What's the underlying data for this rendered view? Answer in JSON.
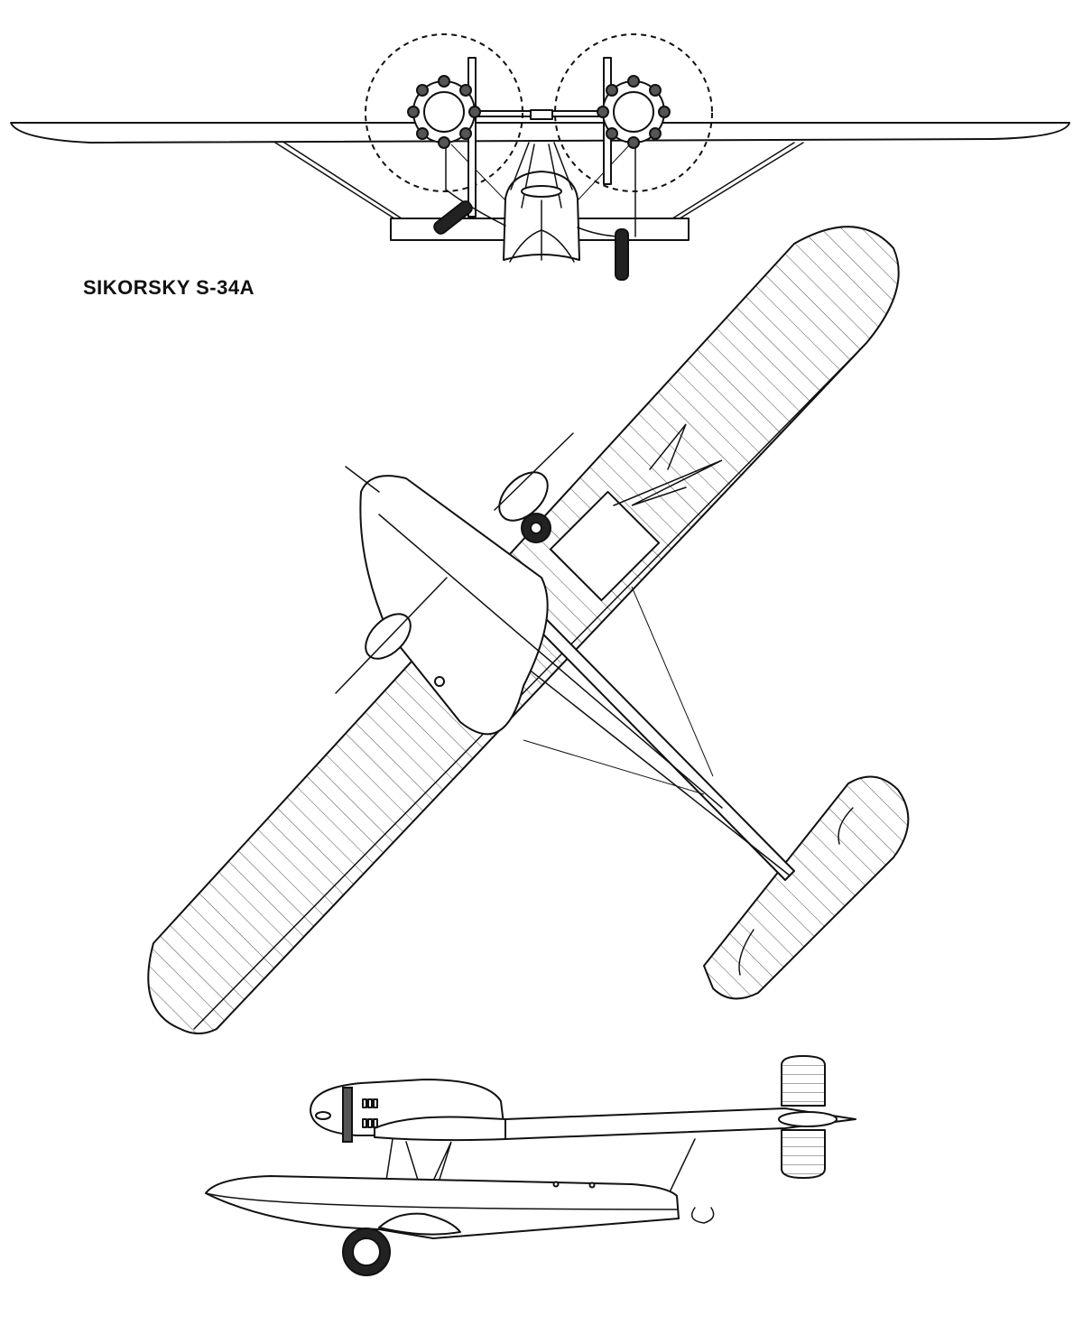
{
  "title": "SIKORSKY S-34A",
  "colors": {
    "ink": "#111111",
    "paper": "#ffffff",
    "tyre": "#222222"
  },
  "views": [
    "front-view",
    "top-view",
    "side-view"
  ]
}
